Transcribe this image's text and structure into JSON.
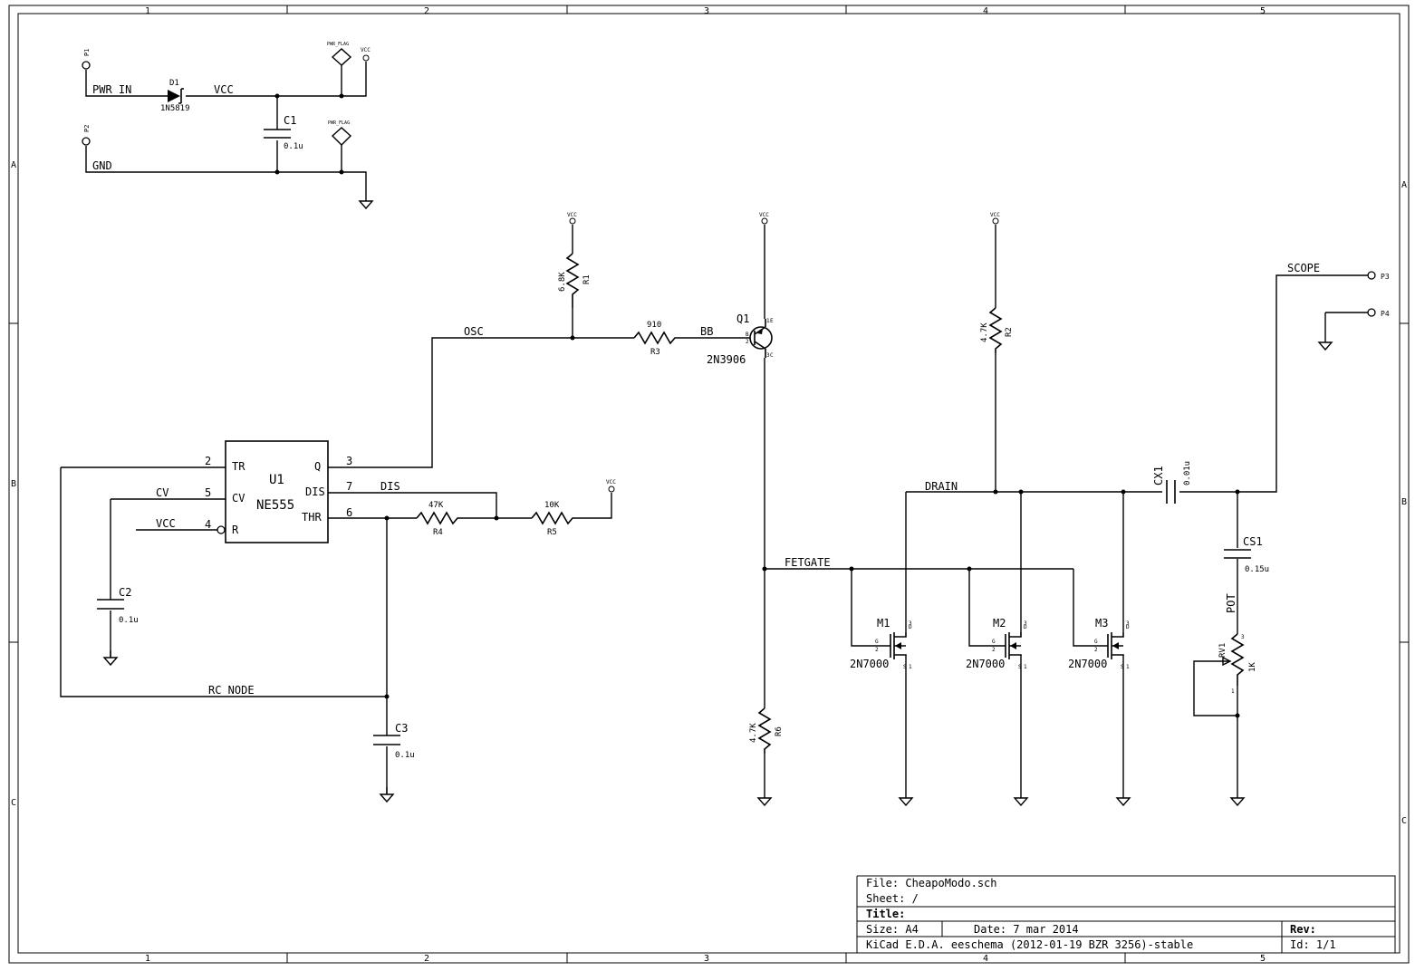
{
  "frame": {
    "columns": [
      "1",
      "2",
      "3",
      "4",
      "5"
    ],
    "rows": [
      "A",
      "B",
      "C"
    ]
  },
  "power": {
    "p1": "P1",
    "p2": "P2",
    "pwr_in": "PWR_IN",
    "gnd": "GND",
    "vcc": "VCC",
    "d1_ref": "D1",
    "d1_val": "1N5819",
    "c1_ref": "C1",
    "c1_val": "0.1u",
    "pwr_flag": "PWR_FLAG",
    "vcc_small": "VCC"
  },
  "timer": {
    "ref": "U1",
    "value": "NE555",
    "pins": {
      "tr": "TR",
      "cv": "CV",
      "r": "R",
      "q": "Q",
      "dis": "DIS",
      "thr": "THR"
    },
    "pin_numbers": {
      "tr": "2",
      "cv": "5",
      "r": "4",
      "q": "3",
      "dis": "7",
      "thr": "6"
    },
    "net_cv": "CV",
    "net_vcc": "VCC",
    "net_dis": "DIS",
    "net_osc": "OSC",
    "net_rc": "RC_NODE",
    "c2_ref": "C2",
    "c2_val": "0.1u",
    "c3_ref": "C3",
    "c3_val": "0.1u",
    "r4_ref": "R4",
    "r4_val": "47K",
    "r5_ref": "R5",
    "r5_val": "10K"
  },
  "driver": {
    "r1_ref": "R1",
    "r1_val": "6.8K",
    "r3_ref": "R3",
    "r3_val": "910",
    "net_bb": "BB",
    "q1_ref": "Q1",
    "q1_val": "2N3906",
    "q1_pins": {
      "b": "B",
      "e": "E",
      "c": "C",
      "n1": "1",
      "n2": "2",
      "n3": "3"
    },
    "r6_ref": "R6",
    "r6_val": "4.7K",
    "net_fetgate": "FETGATE"
  },
  "output": {
    "r2_ref": "R2",
    "r2_val": "4.7K",
    "net_drain": "DRAIN",
    "m1_ref": "M1",
    "m2_ref": "M2",
    "m3_ref": "M3",
    "m_val": "2N7000",
    "m_pins": {
      "g": "G",
      "d": "D",
      "s": "S",
      "n1": "1",
      "n2": "2",
      "n3": "3"
    },
    "cx1_ref": "CX1",
    "cx1_val": "0.01u",
    "cs1_ref": "CS1",
    "cs1_val": "0.15u",
    "net_pot": "POT",
    "rv1_ref": "RV1",
    "rv1_val": "1K",
    "rv1_pins": {
      "n1": "1",
      "n3": "3"
    },
    "net_scope": "SCOPE",
    "p3": "P3",
    "p4": "P4"
  },
  "title_block": {
    "file": "File: CheapoModo.sch",
    "sheet": "Sheet: /",
    "title": "Title:",
    "size": "Size: A4",
    "date": "Date: 7 mar 2014",
    "rev": "Rev:",
    "tool": "KiCad E.D.A.  eeschema (2012-01-19 BZR 3256)-stable",
    "id": "Id: 1/1"
  }
}
